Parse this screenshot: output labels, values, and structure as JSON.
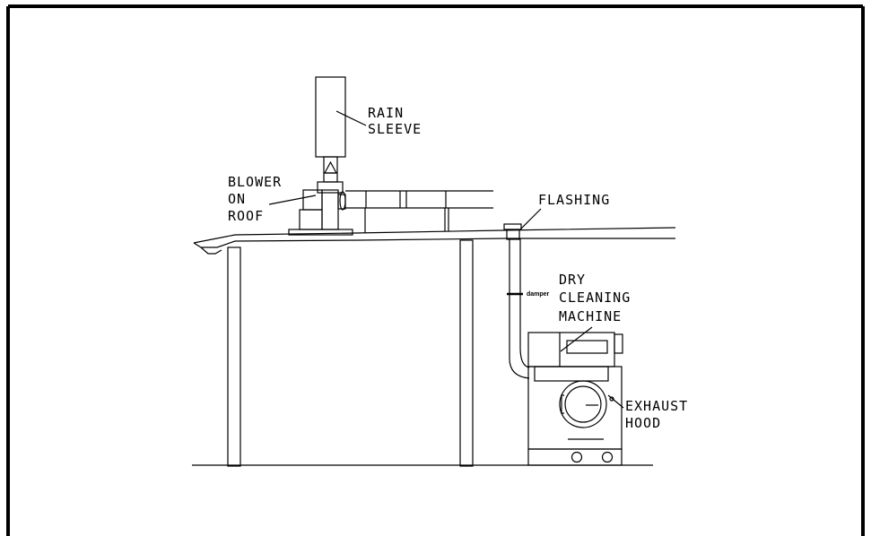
{
  "labels": {
    "rain_sleeve": [
      "RAIN",
      "SLEEVE"
    ],
    "blower": [
      "BLOWER",
      "ON",
      "ROOF"
    ],
    "flashing": [
      "FLASHING"
    ],
    "dry_cleaning": [
      "DRY",
      "CLEANING",
      "MACHINE"
    ],
    "exhaust_hood": [
      "EXHAUST",
      "HOOD"
    ],
    "damper": "damper"
  }
}
